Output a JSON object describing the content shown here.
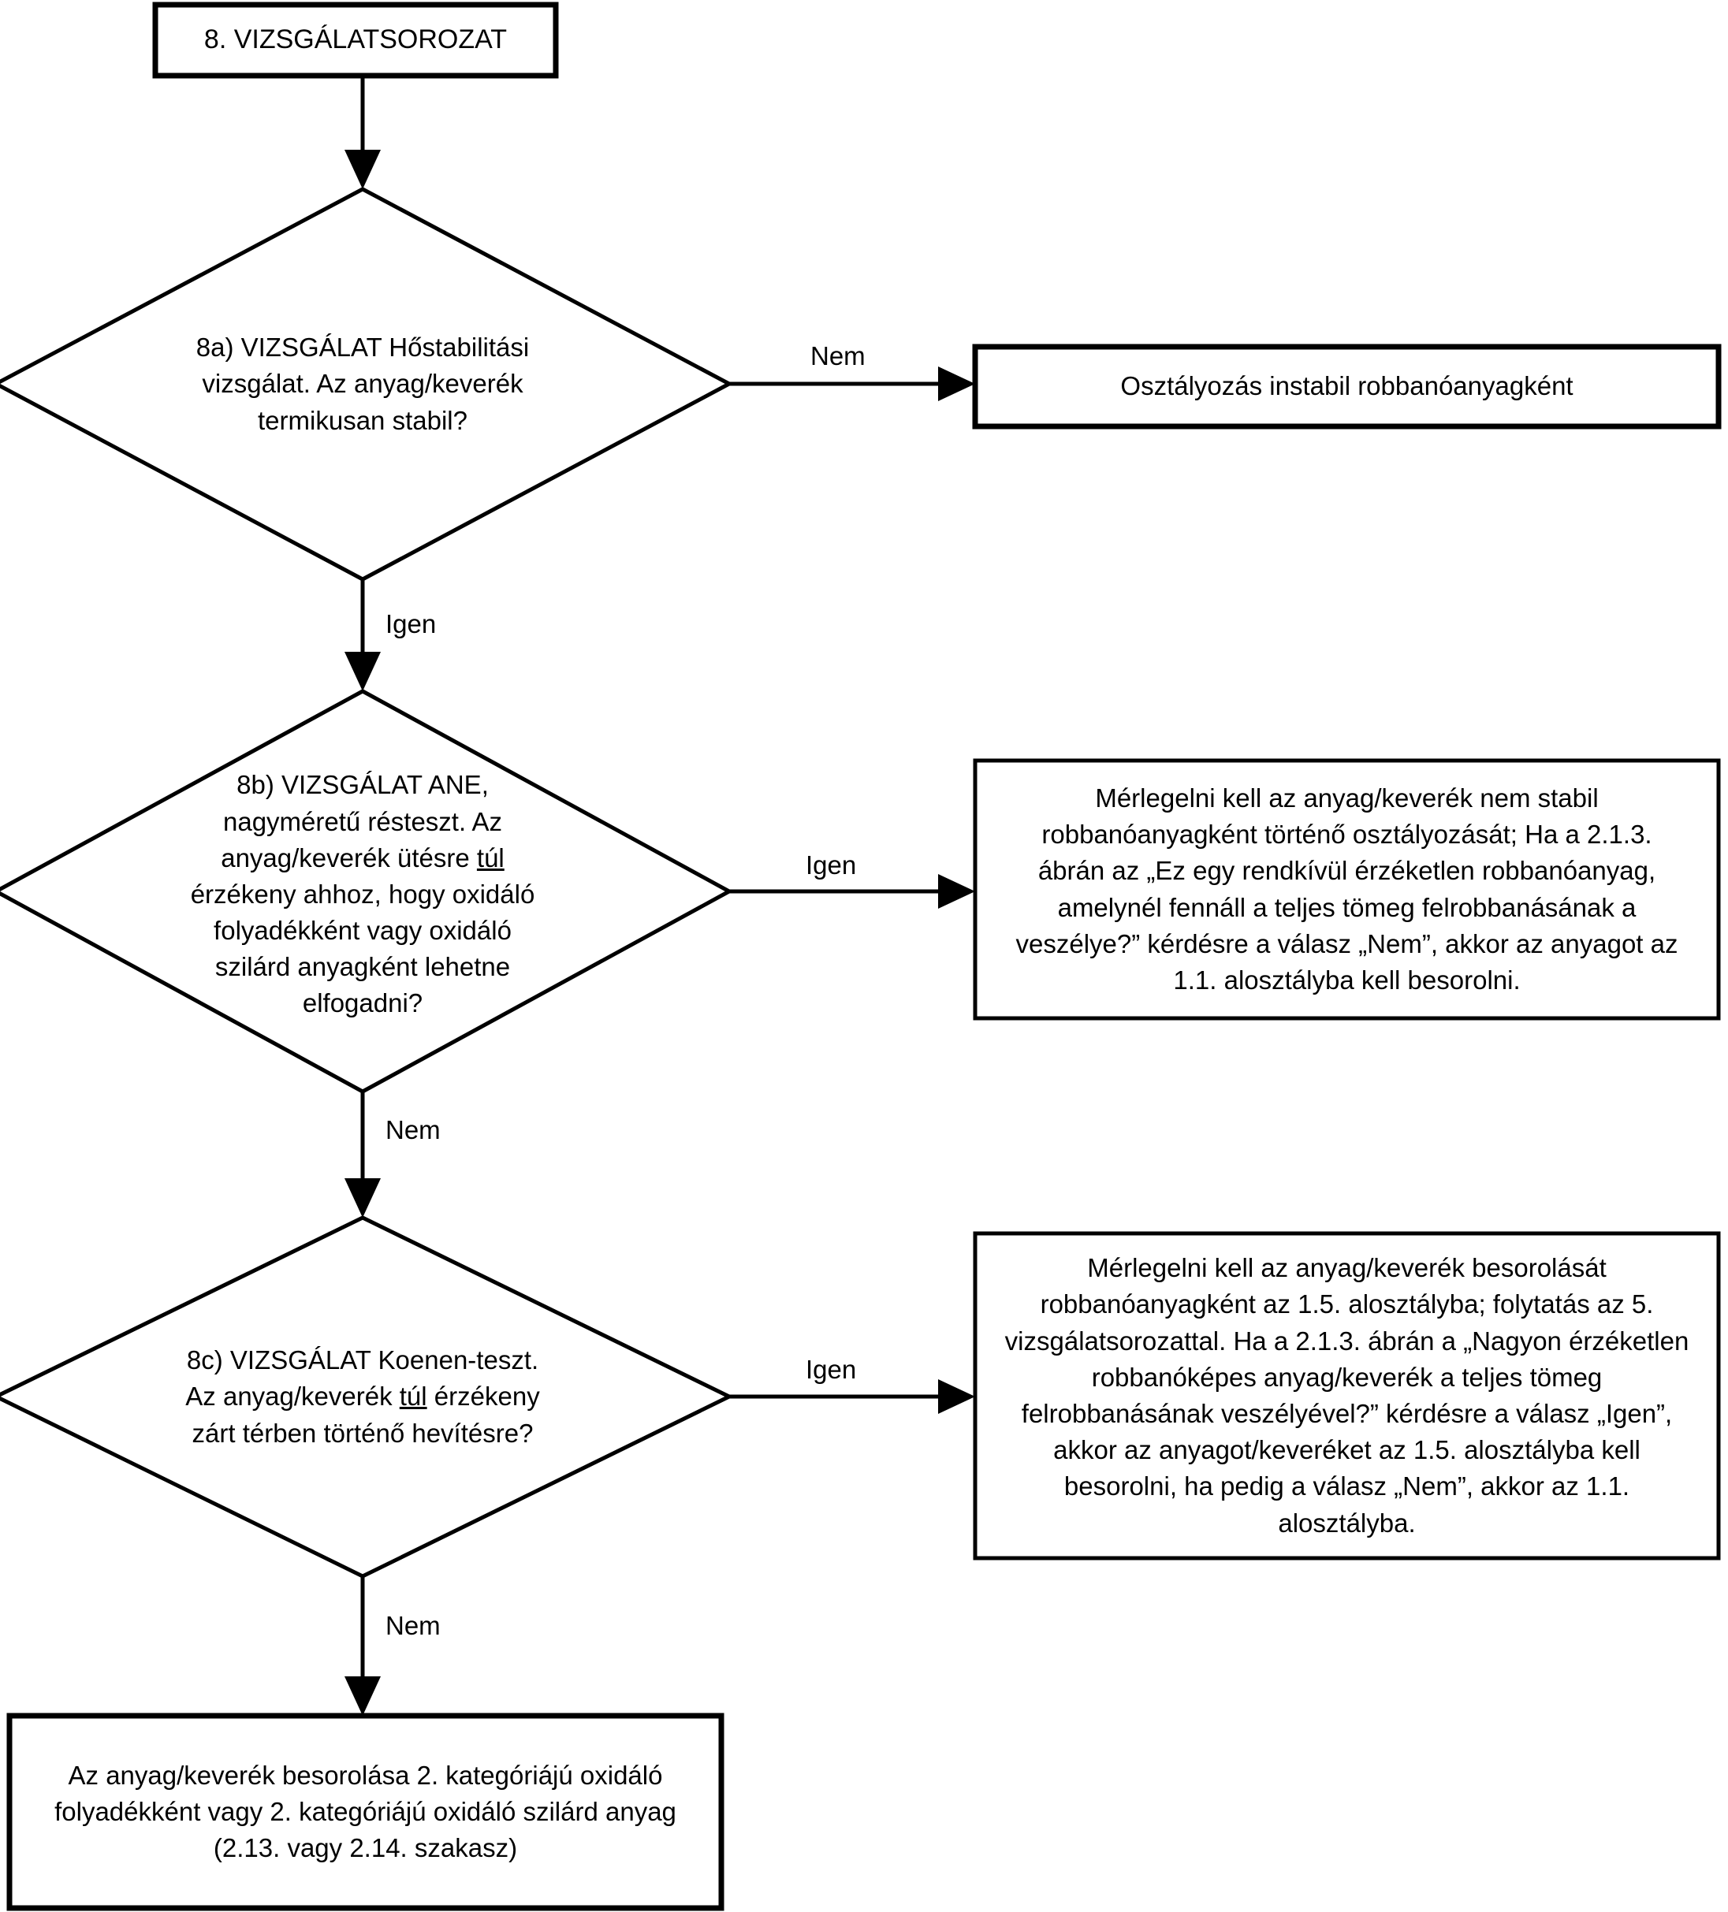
{
  "diagram": {
    "title": "8. VIZSGÁLATSOROZAT",
    "language": "hu",
    "type": "flowchart"
  },
  "nodes": {
    "start": {
      "shape": "process",
      "label": "8. VIZSGÁLATSOROZAT"
    },
    "test_8a": {
      "shape": "decision",
      "id_label": "8a)",
      "label": "8a) VIZSGÁLAT Hőstabilitási vizsgálat. Az anyag/keverék termikusan stabil?"
    },
    "test_8b": {
      "shape": "decision",
      "id_label": "8b)",
      "label_line1": "8b) VIZSGÁLAT ANE,",
      "label_line2": "nagyméretű résteszt. Az",
      "label_line3_a": "anyag/keverék ütésre ",
      "label_line3_underlined": "túl",
      "label_line4": "érzékeny ahhoz, hogy oxidáló",
      "label_line5": "folyadékként vagy oxidáló",
      "label_line6": "szilárd anyagként lehetne",
      "label_line7": "elfogadni?"
    },
    "test_8c": {
      "shape": "decision",
      "id_label": "8c)",
      "label_line1": "8c) VIZSGÁLAT Koenen-teszt.",
      "label_line2_a": "Az anyag/keverék ",
      "label_line2_underlined": "túl",
      "label_line2_b": " érzékeny",
      "label_line3": "zárt térben történő hevítésre?"
    },
    "result_unstable": {
      "shape": "process",
      "label": "Osztályozás instabil robbanóanyagként"
    },
    "result_8b_yes": {
      "shape": "process",
      "label": "Mérlegelni kell az anyag/keverék nem stabil robbanóanyagként történő osztályozását; Ha a 2.1.3. ábrán az „Ez egy rendkívül érzéketlen robbanóanyag, amelynél fennáll a teljes tömeg felrobbanásának a veszélye?” kérdésre a válasz „Nem”, akkor az anyagot az 1.1. alosztályba kell besorolni."
    },
    "result_8c_yes": {
      "shape": "process",
      "label": "Mérlegelni kell az anyag/keverék besorolását robbanóanyagként az 1.5. alosztályba; folytatás az 5. vizsgálatsorozattal. Ha a 2.1.3. ábrán a „Nagyon érzéketlen robbanóképes anyag/keverék a teljes tömeg felrobbanásának veszélyével?” kérdésre a válasz „Igen”, akkor az anyagot/keveréket az 1.5. alosztályba kell besorolni, ha pedig a válasz „Nem”, akkor az 1.1. alosztályba."
    },
    "result_final": {
      "shape": "process",
      "label": "Az anyag/keverék besorolása 2. kategóriájú oxidáló folyadékként vagy 2. kategóriájú oxidáló szilárd anyag (2.13. vagy 2.14. szakasz)"
    }
  },
  "edges": {
    "start_to_8a": {
      "label": ""
    },
    "e8a_no": {
      "label": "Nem"
    },
    "e8a_yes": {
      "label": "Igen"
    },
    "e8b_yes": {
      "label": "Igen"
    },
    "e8b_no": {
      "label": "Nem"
    },
    "e8c_yes": {
      "label": "Igen"
    },
    "e8c_no": {
      "label": "Nem"
    }
  },
  "colors": {
    "stroke": "#000000",
    "fill": "#ffffff",
    "text": "#000000"
  }
}
